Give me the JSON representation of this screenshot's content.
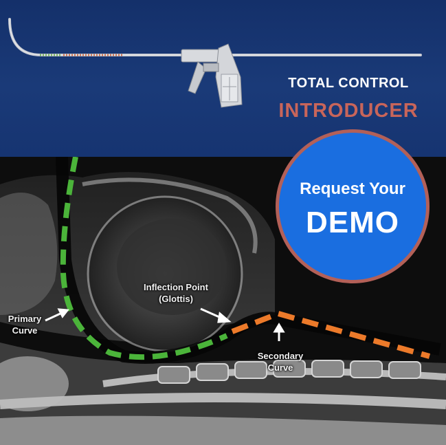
{
  "banner": {
    "title_line1": "TOTAL CONTROL",
    "title_line2": "INTRODUCER",
    "background_color": "#163471",
    "title_line2_color": "#c8655a"
  },
  "demo_button": {
    "line1": "Request Your",
    "line2": "DEMO",
    "fill_color": "#1a6ee0",
    "ring_color": "#b36058"
  },
  "annotations": {
    "primary_curve": {
      "line1": "Primary",
      "line2": "Curve"
    },
    "inflection_point": {
      "line1": "Inflection Point",
      "line2": "(Glottis)"
    },
    "secondary_curve": {
      "line1": "Secondary",
      "line2": "Curve"
    }
  },
  "path_colors": {
    "primary": "#4bb43a",
    "secondary": "#ec7a2a"
  }
}
